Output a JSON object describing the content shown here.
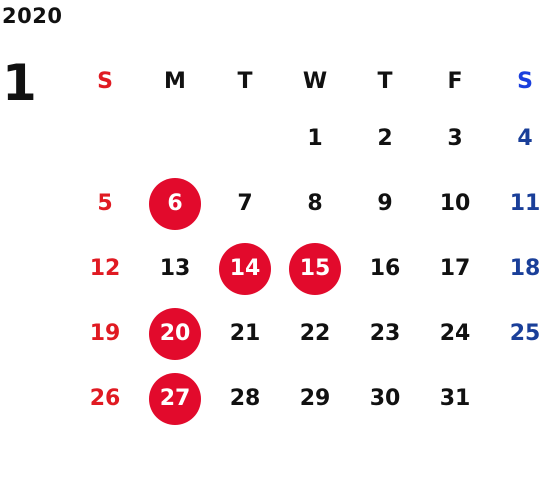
{
  "year": "2020",
  "month": "1",
  "weekdays": [
    "S",
    "M",
    "T",
    "W",
    "T",
    "F",
    "S"
  ],
  "weeks": [
    [
      "",
      "",
      "",
      "1",
      "2",
      "3",
      "4"
    ],
    [
      "5",
      "6",
      "7",
      "8",
      "9",
      "10",
      "11"
    ],
    [
      "12",
      "13",
      "14",
      "15",
      "16",
      "17",
      "18"
    ],
    [
      "19",
      "20",
      "21",
      "22",
      "23",
      "24",
      "25"
    ],
    [
      "26",
      "27",
      "28",
      "29",
      "30",
      "31",
      ""
    ]
  ],
  "holidays": [
    "6",
    "14",
    "15",
    "20",
    "27"
  ],
  "colors": {
    "sunday": "#e01a22",
    "saturday": "#1a3f99",
    "holiday_fill": "#e20a2c",
    "weekday": "#111111"
  }
}
